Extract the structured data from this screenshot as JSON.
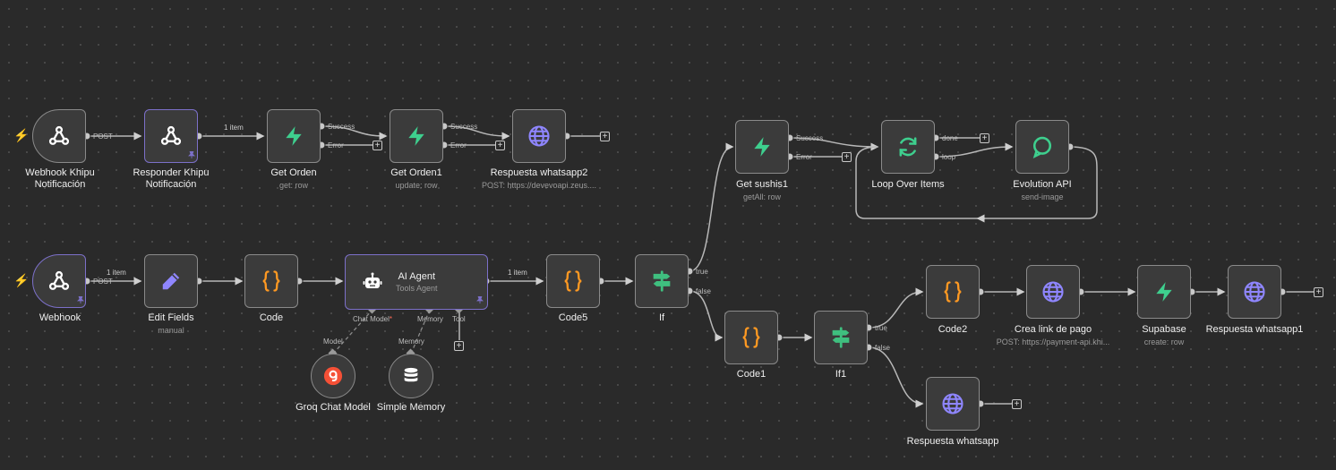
{
  "colors": {
    "canvas": "#2a2a2a",
    "node_bg": "#3b3b3b",
    "node_border": "#8a8a8a",
    "selected_border": "#7c70c9",
    "edge": "#b8b8b8",
    "trigger_bolt": "#ff6d5a",
    "supabase_green": "#3ecf8e",
    "code_orange": "#ff9922",
    "http_purple": "#8f86ff",
    "if_green": "#3fbf7f"
  },
  "nodes": {
    "webhook_khipu": {
      "title_l1": "Webhook Khipu",
      "title_l2": "Notificación",
      "icon": "webhook-icon"
    },
    "responder_khipu": {
      "title_l1": "Responder Khipu",
      "title_l2": "Notificación",
      "icon": "webhook-icon"
    },
    "get_orden": {
      "title": "Get Orden",
      "subtitle": "get: row",
      "icon": "supabase-icon"
    },
    "get_orden1": {
      "title": "Get Orden1",
      "subtitle": "update: row",
      "icon": "supabase-icon"
    },
    "respuesta_whatsapp2": {
      "title": "Respuesta whatsapp2",
      "subtitle": "POST: https://devevoapi.zeus....",
      "icon": "globe-icon"
    },
    "get_sushis1": {
      "title": "Get sushis1",
      "subtitle": "getAll: row",
      "icon": "supabase-icon"
    },
    "loop_over_items": {
      "title": "Loop Over Items",
      "icon": "loop-icon"
    },
    "evolution_api": {
      "title": "Evolution API",
      "subtitle": "send-image",
      "icon": "chat-icon"
    },
    "webhook": {
      "title": "Webhook",
      "icon": "webhook-icon"
    },
    "edit_fields": {
      "title": "Edit Fields",
      "subtitle": "manual",
      "icon": "pencil-icon"
    },
    "code": {
      "title": "Code",
      "icon": "code-icon"
    },
    "ai_agent": {
      "title": "AI Agent",
      "subtitle": "Tools Agent",
      "icon": "robot-icon"
    },
    "code5": {
      "title": "Code5",
      "icon": "code-icon"
    },
    "if": {
      "title": "If",
      "icon": "if-icon"
    },
    "code1": {
      "title": "Code1",
      "icon": "code-icon"
    },
    "if1": {
      "title": "If1",
      "icon": "if-icon"
    },
    "code2": {
      "title": "Code2",
      "icon": "code-icon"
    },
    "crea_link": {
      "title": "Crea link de pago",
      "subtitle": "POST: https://payment-api.khi...",
      "icon": "globe-icon"
    },
    "supabase": {
      "title": "Supabase",
      "subtitle": "create: row",
      "icon": "supabase-icon"
    },
    "respuesta_whatsapp1": {
      "title": "Respuesta whatsapp1",
      "icon": "globe-icon"
    },
    "respuesta_whatsapp": {
      "title": "Respuesta whatsapp",
      "icon": "globe-icon"
    },
    "groq": {
      "title": "Groq Chat Model",
      "icon": "groq-icon"
    },
    "memory": {
      "title": "Simple Memory",
      "icon": "database-icon"
    }
  },
  "handles": {
    "post": "POST",
    "success": "Success",
    "error": "Error",
    "done": "done",
    "loop": "loop",
    "true": "true",
    "false": "false",
    "chat_model": "Chat Model",
    "chat_model_required": "*",
    "memory": "Memory",
    "tool": "Tool",
    "model": "Model"
  },
  "edge_labels": {
    "one_item": "1 item"
  },
  "plus": "+"
}
